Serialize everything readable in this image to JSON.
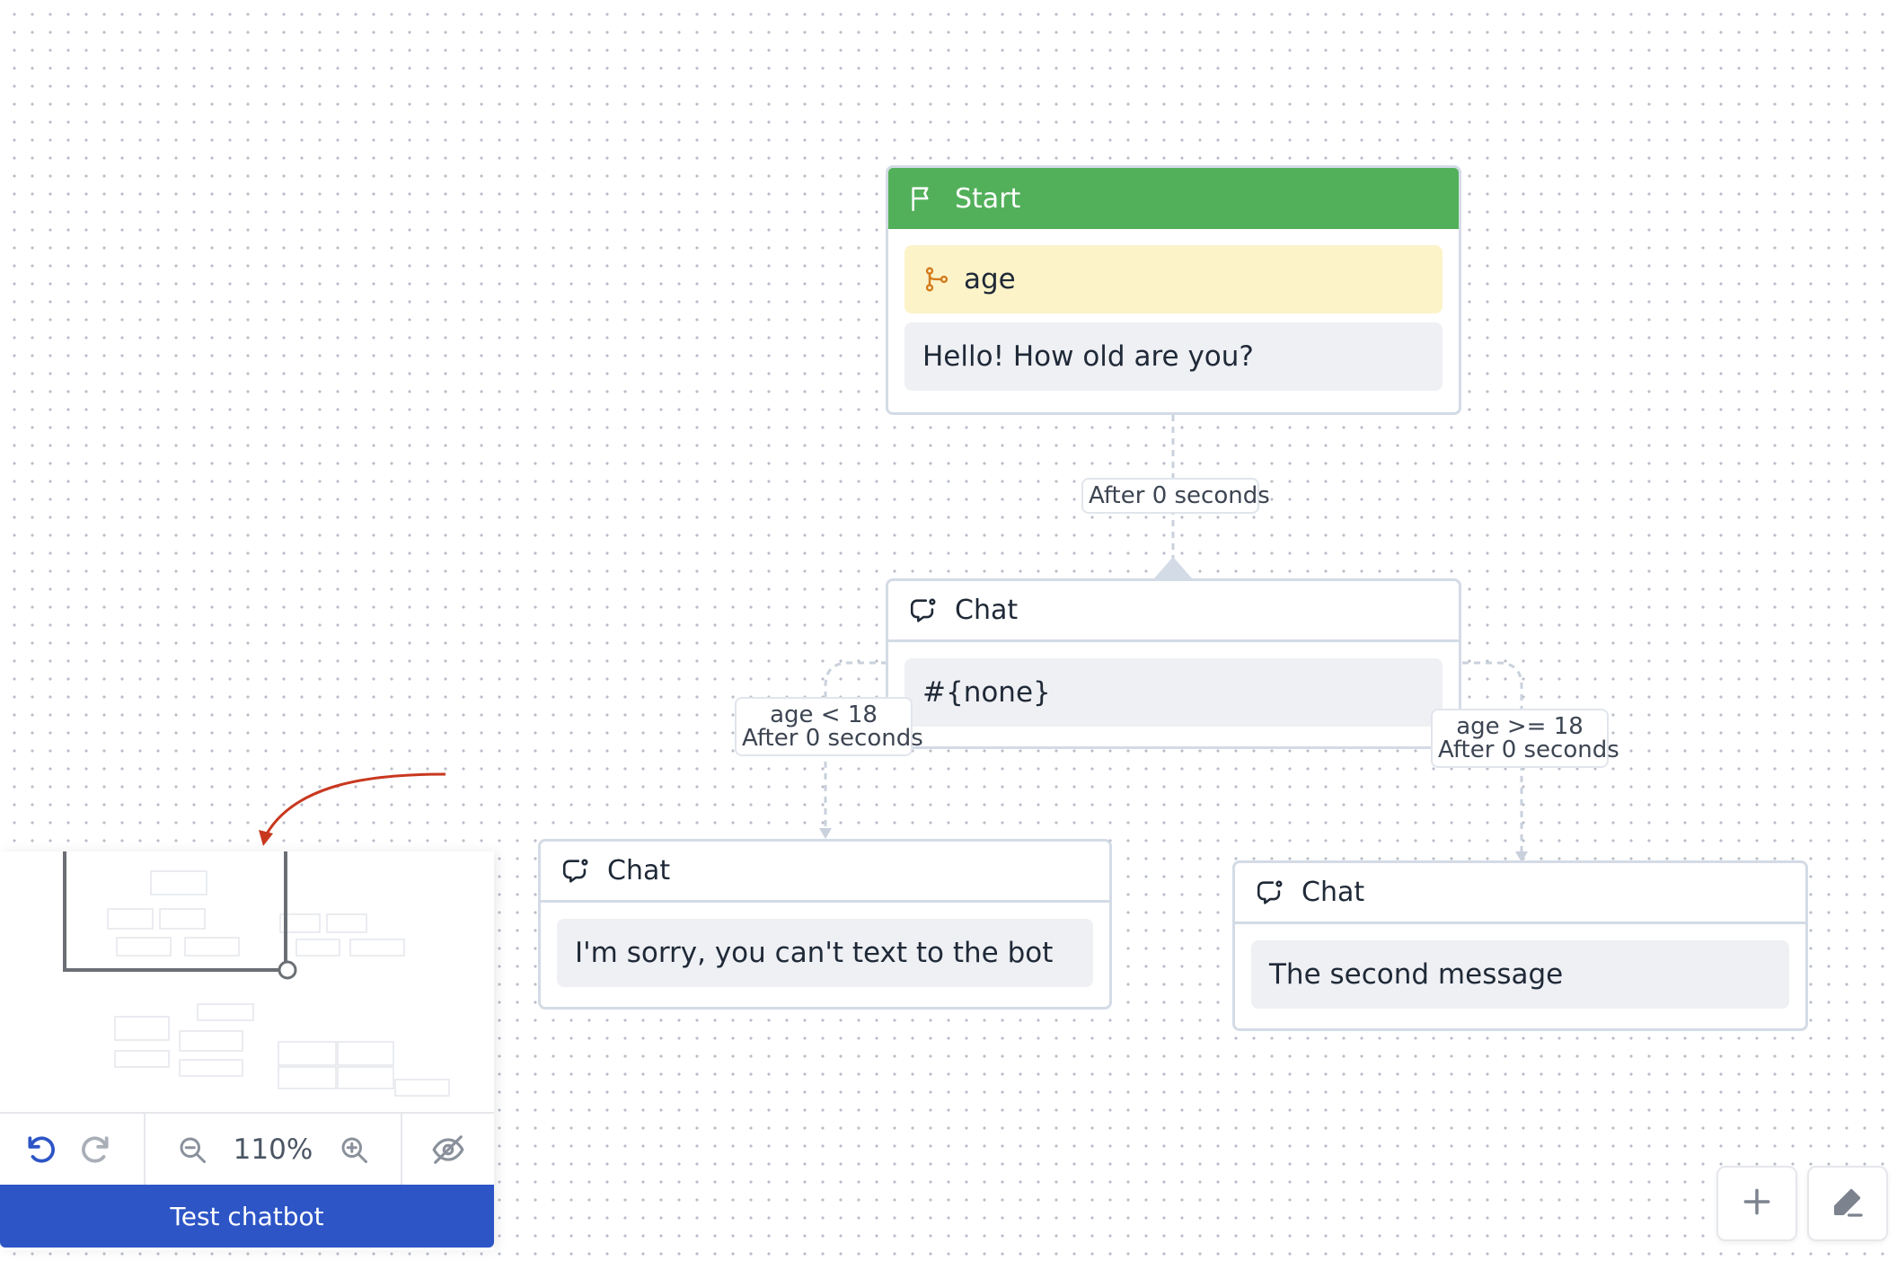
{
  "nodes": {
    "start": {
      "title": "Start",
      "variable": "age",
      "message": "Hello! How old are you?"
    },
    "chat_main": {
      "title": "Chat",
      "message": "#{none}"
    },
    "chat_left": {
      "title": "Chat",
      "message": "I'm sorry, you can't text to the bot"
    },
    "chat_right": {
      "title": "Chat",
      "message": "The second message"
    }
  },
  "edges": {
    "start_to_chat": {
      "label": "After 0 seconds"
    },
    "chat_to_left": {
      "condition": "age < 18",
      "delay": "After 0 seconds"
    },
    "chat_to_right": {
      "condition": "age >= 18",
      "delay": "After 0 seconds"
    }
  },
  "toolbar": {
    "zoom_level": "110%",
    "test_chatbot_label": "Test chatbot"
  },
  "icons": {
    "start": "flag-icon",
    "variable": "branch-icon",
    "chat": "chat-icon",
    "undo": "undo-icon",
    "redo": "redo-icon",
    "zoom_out": "zoom-out-icon",
    "zoom_in": "zoom-in-icon",
    "hide_minimap": "eye-off-icon",
    "add": "plus-icon",
    "edit": "pencil-icon"
  },
  "colors": {
    "start_header": "#52b05a",
    "variable_block": "#fdf3c9",
    "primary_button": "#2d55c6",
    "annotation_arrow": "#c8381f"
  }
}
